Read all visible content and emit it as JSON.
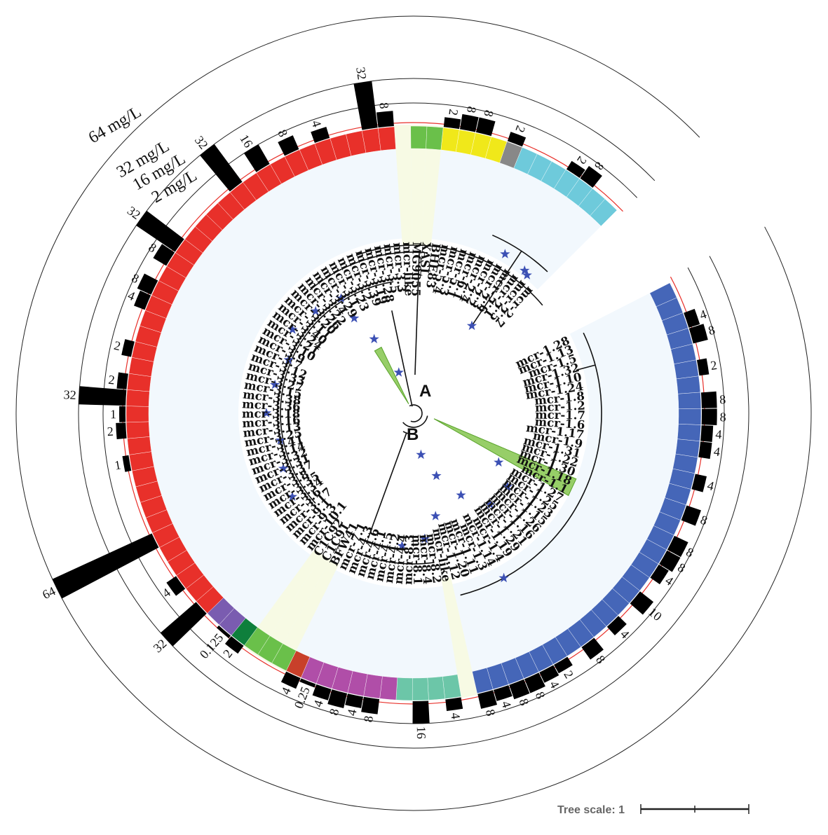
{
  "rings": [
    "2 mg/L",
    "16 mg/L",
    "32 mg/L",
    "64 mg/L"
  ],
  "clade_a": "A",
  "clade_b": "B",
  "tree_scale": "Tree scale: 1",
  "colors": {
    "mcr1": "#4566b8",
    "mcr2": "#6ecadb",
    "mcr6": "#888888",
    "mcr5": "#f0e81a",
    "mcrlike": "#6ac04a",
    "mcr3": "#e8302a",
    "mcr9": "#7a5cb0",
    "mcr10": "#0e7f3c",
    "mcr7": "#c8402a",
    "mcr4": "#b04ea8",
    "mcr8": "#6cc6a8",
    "inner_bg": "#f2f8fd",
    "like_bg": "#f7fae4",
    "star": "#3c50b4",
    "wedge": "#7dc242",
    "red_ring": "#e8302a"
  },
  "leaves": [
    {
      "label": "mcr-1.28",
      "color": "mcr1",
      "mic": ""
    },
    {
      "label": "mcr-1.13",
      "color": "mcr1",
      "mic": ""
    },
    {
      "label": "mcr-1.5",
      "color": "mcr1",
      "mic": "4"
    },
    {
      "label": "mcr-1.32",
      "color": "mcr1",
      "mic": "8"
    },
    {
      "label": "mcr-1.10",
      "color": "mcr1",
      "mic": ""
    },
    {
      "label": "mcr-1.24",
      "color": "mcr1",
      "mic": "2"
    },
    {
      "label": "mcr-1.8",
      "color": "mcr1",
      "mic": ""
    },
    {
      "label": "mcr-1.2",
      "color": "mcr1",
      "mic": "8"
    },
    {
      "label": "mcr-1.7",
      "color": "mcr1",
      "mic": "8"
    },
    {
      "label": "mcr-1.6",
      "color": "mcr1",
      "mic": "4"
    },
    {
      "label": "mcr-1.17",
      "color": "mcr1",
      "mic": "4"
    },
    {
      "label": "mcr-1.9",
      "color": "mcr1",
      "mic": ""
    },
    {
      "label": "mcr-1.31",
      "color": "mcr1",
      "mic": "4"
    },
    {
      "label": "mcr-1.22",
      "color": "mcr1",
      "mic": ""
    },
    {
      "label": "mcr-1.30",
      "color": "mcr1",
      "mic": "8"
    },
    {
      "label": "mcr-1.18",
      "color": "mcr1",
      "mic": ""
    },
    {
      "label": "mcr-1.1",
      "color": "mcr1",
      "mic": "8"
    },
    {
      "label": "mcr-1.27",
      "color": "mcr1",
      "mic": "8"
    },
    {
      "label": "mcr-1.25",
      "color": "mcr1",
      "mic": "4"
    },
    {
      "label": "mcr-1.23",
      "color": "mcr1",
      "mic": ""
    },
    {
      "label": "mcr-1.15",
      "color": "mcr1",
      "mic": "10"
    },
    {
      "label": "mcr-1.26",
      "color": "mcr1",
      "mic": ""
    },
    {
      "label": "mcr-1.16",
      "color": "mcr1",
      "mic": "4"
    },
    {
      "label": "mcr-1.21",
      "color": "mcr1",
      "mic": ""
    },
    {
      "label": "mcr-1.29",
      "color": "mcr1",
      "mic": "8"
    },
    {
      "label": "mcr-1.19",
      "color": "mcr1",
      "mic": ""
    },
    {
      "label": "mcr-1.4",
      "color": "mcr1",
      "mic": "2"
    },
    {
      "label": "mcr-1.14",
      "color": "mcr1",
      "mic": "4"
    },
    {
      "label": "mcr-1.3",
      "color": "mcr1",
      "mic": "8"
    },
    {
      "label": "mcr-1.11",
      "color": "mcr1",
      "mic": "8"
    },
    {
      "label": "mcr-1.20",
      "color": "mcr1",
      "mic": "4"
    },
    {
      "label": "mcr-1.12",
      "color": "mcr1",
      "mic": "8"
    },
    {
      "label": "mcr-like",
      "color": "",
      "mic": ""
    },
    {
      "label": "mcr-8.2",
      "color": "mcr8",
      "mic": "4"
    },
    {
      "label": "mcr-8.4",
      "color": "mcr8",
      "mic": ""
    },
    {
      "label": "mcr-8.1",
      "color": "mcr8",
      "mic": "16"
    },
    {
      "label": "mcr-8.3",
      "color": "mcr8",
      "mic": ""
    },
    {
      "label": "mcr-4.4",
      "color": "mcr4",
      "mic": ""
    },
    {
      "label": "mcr-4.2",
      "color": "mcr4",
      "mic": "8"
    },
    {
      "label": "mcr-4.5",
      "color": "mcr4",
      "mic": "4"
    },
    {
      "label": "mcr-4.1",
      "color": "mcr4",
      "mic": "8"
    },
    {
      "label": "mcr-4.6",
      "color": "mcr4",
      "mic": "4"
    },
    {
      "label": "mcr-4.3",
      "color": "mcr4",
      "mic": "0.25"
    },
    {
      "label": "mcr-7.1",
      "color": "mcr7",
      "mic": "4"
    },
    {
      "label": "BFW41",
      "color": "mcrlike",
      "mic": ""
    },
    {
      "label": "C1C91",
      "color": "mcrlike",
      "mic": ""
    },
    {
      "label": "C1C92",
      "color": "mcrlike",
      "mic": ""
    },
    {
      "label": "mcr-10.1",
      "color": "mcr10",
      "mic": "2"
    },
    {
      "label": "mcr-9.3",
      "color": "mcr9",
      "mic": "0.125"
    },
    {
      "label": "mcr-9.1",
      "color": "mcr9",
      "mic": ""
    },
    {
      "label": "mcr-3.17",
      "color": "mcr3",
      "mic": "32"
    },
    {
      "label": "mcr-3.6",
      "color": "mcr3",
      "mic": ""
    },
    {
      "label": "mcr-3.34",
      "color": "mcr3",
      "mic": "4"
    },
    {
      "label": "mcr-3.35",
      "color": "mcr3",
      "mic": ""
    },
    {
      "label": "mcr-3.8",
      "color": "mcr3",
      "mic": ""
    },
    {
      "label": "mcr-3.37",
      "color": "mcr3",
      "mic": "64"
    },
    {
      "label": "mcr-3.31",
      "color": "mcr3",
      "mic": ""
    },
    {
      "label": "mcr-3.32",
      "color": "mcr3",
      "mic": ""
    },
    {
      "label": "mcr-3.14",
      "color": "mcr3",
      "mic": ""
    },
    {
      "label": "mcr-3.41",
      "color": "mcr3",
      "mic": ""
    },
    {
      "label": "mcr-3.25",
      "color": "mcr3",
      "mic": "1"
    },
    {
      "label": "mcr-3.13",
      "color": "mcr3",
      "mic": ""
    },
    {
      "label": "mcr-3.16",
      "color": "mcr3",
      "mic": "2"
    },
    {
      "label": "mcr-3.18",
      "color": "mcr3",
      "mic": "1"
    },
    {
      "label": "mcr-3.36",
      "color": "mcr3",
      "mic": "32"
    },
    {
      "label": "mcr-3.38",
      "color": "mcr3",
      "mic": "2"
    },
    {
      "label": "mcr-3.15",
      "color": "mcr3",
      "mic": ""
    },
    {
      "label": "mcr-3.27",
      "color": "mcr3",
      "mic": "2"
    },
    {
      "label": "mcr-3.33",
      "color": "mcr3",
      "mic": ""
    },
    {
      "label": "mcr-3.12",
      "color": "mcr3",
      "mic": ""
    },
    {
      "label": "mcr-3.7",
      "color": "mcr3",
      "mic": "4"
    },
    {
      "label": "mcr-3.9",
      "color": "mcr3",
      "mic": "8"
    },
    {
      "label": "mcr-3.10",
      "color": "mcr3",
      "mic": ""
    },
    {
      "label": "mcr-3.21",
      "color": "mcr3",
      "mic": "8"
    },
    {
      "label": "mcr-3.24",
      "color": "mcr3",
      "mic": "32"
    },
    {
      "label": "mcr-3.40",
      "color": "mcr3",
      "mic": ""
    },
    {
      "label": "mcr-3.11",
      "color": "mcr3",
      "mic": ""
    },
    {
      "label": "mcr-3.20",
      "color": "mcr3",
      "mic": ""
    },
    {
      "label": "mcr-3.26",
      "color": "mcr3",
      "mic": ""
    },
    {
      "label": "mcr-3.22",
      "color": "mcr3",
      "mic": "32"
    },
    {
      "label": "mcr-3.4",
      "color": "mcr3",
      "mic": ""
    },
    {
      "label": "mcr-3.29",
      "color": "mcr3",
      "mic": "16"
    },
    {
      "label": "mcr-3.1",
      "color": "mcr3",
      "mic": ""
    },
    {
      "label": "mcr-3.23",
      "color": "mcr3",
      "mic": "8"
    },
    {
      "label": "mcr-3.2",
      "color": "mcr3",
      "mic": ""
    },
    {
      "label": "mcr-3.39",
      "color": "mcr3",
      "mic": "4"
    },
    {
      "label": "mcr-3.19",
      "color": "mcr3",
      "mic": ""
    },
    {
      "label": "mcr-3.28",
      "color": "mcr3",
      "mic": ""
    },
    {
      "label": "mcr-3.5",
      "color": "mcr3",
      "mic": "32"
    },
    {
      "label": "mcr-3.3",
      "color": "mcr3",
      "mic": "8"
    },
    {
      "label": "mcr-like",
      "color": "",
      "mic": ""
    },
    {
      "label": "MG9055",
      "color": "mcrlike",
      "mic": ""
    },
    {
      "label": "XASL",
      "color": "mcrlike",
      "mic": ""
    },
    {
      "label": "BHE83",
      "color": "mcr5",
      "mic": "2"
    },
    {
      "label": "mcr-5.4",
      "color": "mcr5",
      "mic": "8"
    },
    {
      "label": "mcr-5.3",
      "color": "mcr5",
      "mic": "8"
    },
    {
      "label": "mcr-5.1",
      "color": "mcr5",
      "mic": ""
    },
    {
      "label": "mcr-6.1",
      "color": "mcr6",
      "mic": "2"
    },
    {
      "label": "mcr-2.4",
      "color": "mcr2",
      "mic": ""
    },
    {
      "label": "mcr-2.2",
      "color": "mcr2",
      "mic": ""
    },
    {
      "label": "mcr-2.3",
      "color": "mcr2",
      "mic": ""
    },
    {
      "label": "mcr-2.6",
      "color": "mcr2",
      "mic": "2"
    },
    {
      "label": "mcr-2.1",
      "color": "mcr2",
      "mic": "8"
    },
    {
      "label": "mcr-2.5",
      "color": "mcr2",
      "mic": ""
    },
    {
      "label": "mcr-2.7",
      "color": "mcr2",
      "mic": ""
    }
  ]
}
